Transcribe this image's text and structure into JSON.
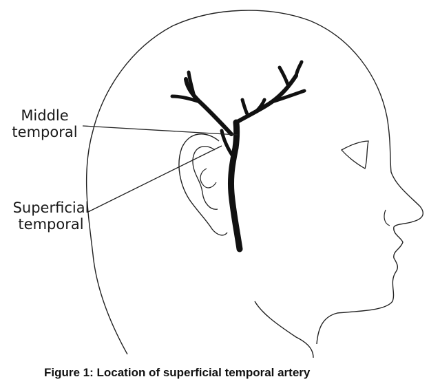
{
  "labels": {
    "middle_temporal": {
      "line1": "Middle",
      "line2": "temporal"
    },
    "superficial_temporal": {
      "line1": "Superficial",
      "line2": "temporal"
    }
  },
  "caption": "Figure 1: Location of superficial temporal artery",
  "colors": {
    "outline": "#222222",
    "artery": "#111111",
    "background": "#ffffff"
  }
}
